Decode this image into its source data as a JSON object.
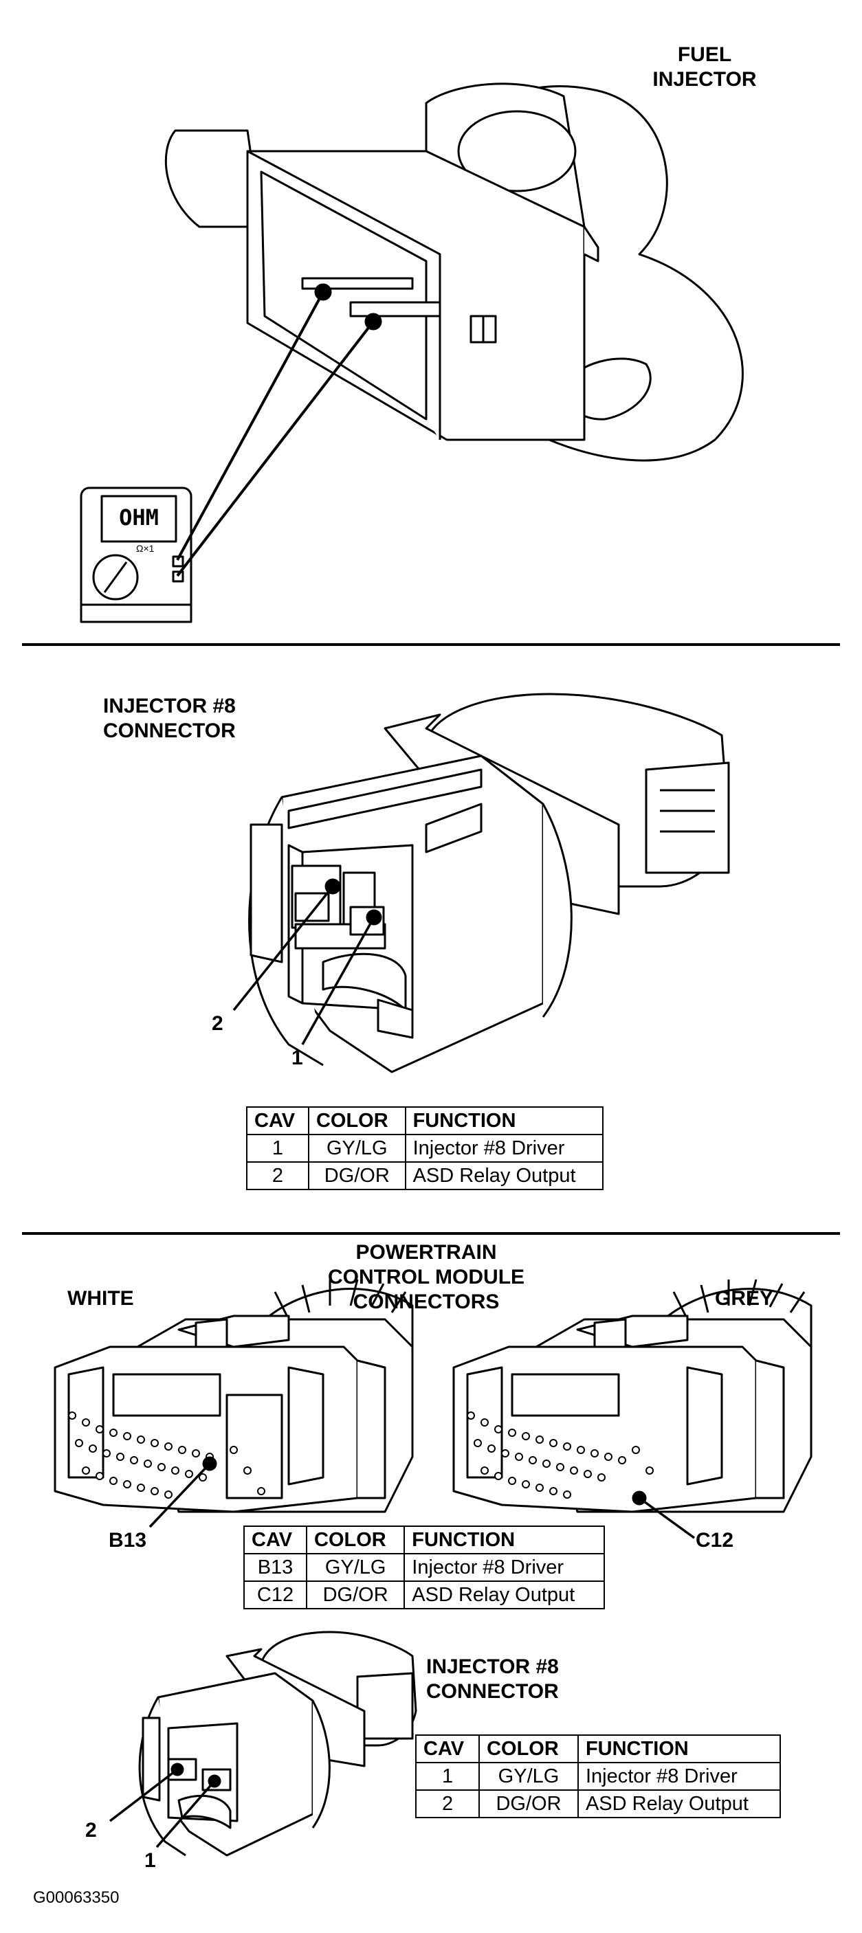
{
  "section1": {
    "label_line1": "FUEL",
    "label_line2": "INJECTOR",
    "meter_display": "OHM",
    "meter_range": "Ω×1"
  },
  "section2": {
    "title_line1": "INJECTOR #8",
    "title_line2": "CONNECTOR",
    "pin_label_2": "2",
    "pin_label_1": "1",
    "table": {
      "headers": [
        "CAV",
        "COLOR",
        "FUNCTION"
      ],
      "rows": [
        [
          "1",
          "GY/LG",
          "Injector #8 Driver"
        ],
        [
          "2",
          "DG/OR",
          "ASD Relay Output"
        ]
      ]
    }
  },
  "section3": {
    "title_line1": "POWERTRAIN",
    "title_line2": "CONTROL MODULE",
    "title_line3": "CONNECTORS",
    "white_label": "WHITE",
    "grey_label": "GREY",
    "pin_b13": "B13",
    "pin_c12": "C12",
    "table": {
      "headers": [
        "CAV",
        "COLOR",
        "FUNCTION"
      ],
      "rows": [
        [
          "B13",
          "GY/LG",
          "Injector #8 Driver"
        ],
        [
          "C12",
          "DG/OR",
          "ASD Relay Output"
        ]
      ]
    }
  },
  "section4": {
    "title_line1": "INJECTOR #8",
    "title_line2": "CONNECTOR",
    "pin_label_2": "2",
    "pin_label_1": "1",
    "table": {
      "headers": [
        "CAV",
        "COLOR",
        "FUNCTION"
      ],
      "rows": [
        [
          "1",
          "GY/LG",
          "Injector #8 Driver"
        ],
        [
          "2",
          "DG/OR",
          "ASD Relay Output"
        ]
      ]
    }
  },
  "figure_id": "G00063350"
}
